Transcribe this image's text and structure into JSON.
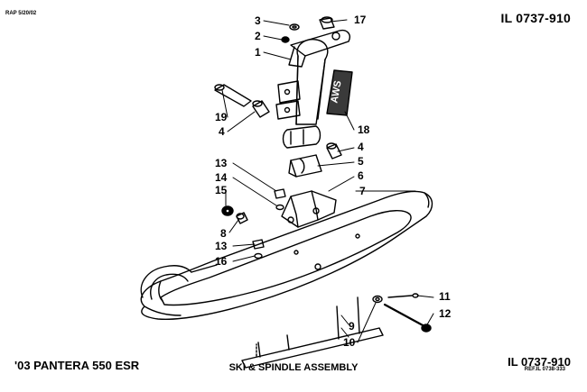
{
  "header": {
    "rap_date": "RAP 5/20/02",
    "illustration_number": "IL 0737-910"
  },
  "footer": {
    "model": "'03 PANTERA 550 ESR",
    "assembly_title": "SKI & SPINDLE ASSEMBLY",
    "illustration_number": "IL 0737-910",
    "reference": "REF.IL 0738-333"
  },
  "decal_text": "AWS",
  "callouts": [
    {
      "id": "c17",
      "label": "17"
    },
    {
      "id": "c3",
      "label": "3"
    },
    {
      "id": "c2",
      "label": "2"
    },
    {
      "id": "c1",
      "label": "1"
    },
    {
      "id": "c19",
      "label": "19"
    },
    {
      "id": "c4a",
      "label": "4"
    },
    {
      "id": "c18",
      "label": "18"
    },
    {
      "id": "c4b",
      "label": "4"
    },
    {
      "id": "c5",
      "label": "5"
    },
    {
      "id": "c13a",
      "label": "13"
    },
    {
      "id": "c6",
      "label": "6"
    },
    {
      "id": "c14",
      "label": "14"
    },
    {
      "id": "c7",
      "label": "7"
    },
    {
      "id": "c15",
      "label": "15"
    },
    {
      "id": "c8",
      "label": "8"
    },
    {
      "id": "c13b",
      "label": "13"
    },
    {
      "id": "c16",
      "label": "16"
    },
    {
      "id": "c11",
      "label": "11"
    },
    {
      "id": "c12",
      "label": "12"
    },
    {
      "id": "c9",
      "label": "9"
    },
    {
      "id": "c10",
      "label": "10"
    }
  ]
}
